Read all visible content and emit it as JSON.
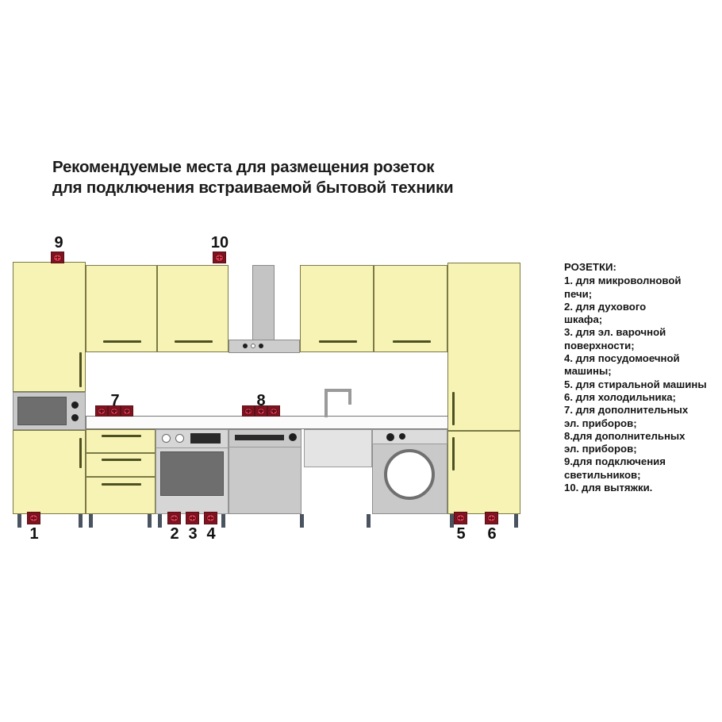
{
  "title": {
    "line1": "Рекомендуемые места для размещения розеток",
    "line2": "для подключения встраиваемой бытовой техники"
  },
  "legend": {
    "heading": "РОЗЕТКИ:",
    "items": [
      "1. для микроволновой",
      "печи;",
      "2. для духового",
      "шкафа;",
      "3. для эл. варочной",
      "поверхности;",
      "4. для посудомоечной",
      "машины;",
      "5. для стиральной машины",
      "6. для холодильника;",
      "7. для дополнительных",
      "эл. приборов;",
      "8.для дополнительных",
      "эл. приборов;",
      "9.для подключения",
      "светильников;",
      "10. для вытяжки."
    ]
  },
  "sockets": [
    {
      "id": "1",
      "label": "1",
      "count": 1,
      "purpose": "microwave"
    },
    {
      "id": "2",
      "label": "2",
      "count": 1,
      "purpose": "oven"
    },
    {
      "id": "3",
      "label": "3",
      "count": 1,
      "purpose": "cooktop"
    },
    {
      "id": "4",
      "label": "4",
      "count": 1,
      "purpose": "dishwasher"
    },
    {
      "id": "5",
      "label": "5",
      "count": 1,
      "purpose": "washing-machine"
    },
    {
      "id": "6",
      "label": "6",
      "count": 1,
      "purpose": "refrigerator"
    },
    {
      "id": "7",
      "label": "7",
      "count": 3,
      "purpose": "extra-appliances"
    },
    {
      "id": "8",
      "label": "8",
      "count": 3,
      "purpose": "extra-appliances"
    },
    {
      "id": "9",
      "label": "9",
      "count": 1,
      "purpose": "lighting"
    },
    {
      "id": "10",
      "label": "10",
      "count": 1,
      "purpose": "range-hood"
    }
  ],
  "appliances": {
    "microwave": "microwave-oven",
    "oven": "built-in-oven",
    "dishwasher": "dishwasher",
    "washer": "washing-machine",
    "hood": "range-hood",
    "sink": "kitchen-sink",
    "faucet": "faucet",
    "fridge": "refrigerator-cabinet"
  },
  "colors": {
    "cabinet": "#f7f3b5",
    "cabinet_outline": "#7a7a46",
    "socket_body": "#7d1420",
    "socket_face": "#d8344a",
    "metal": "#c9c9c9",
    "text": "#151515",
    "background": "#ffffff"
  }
}
